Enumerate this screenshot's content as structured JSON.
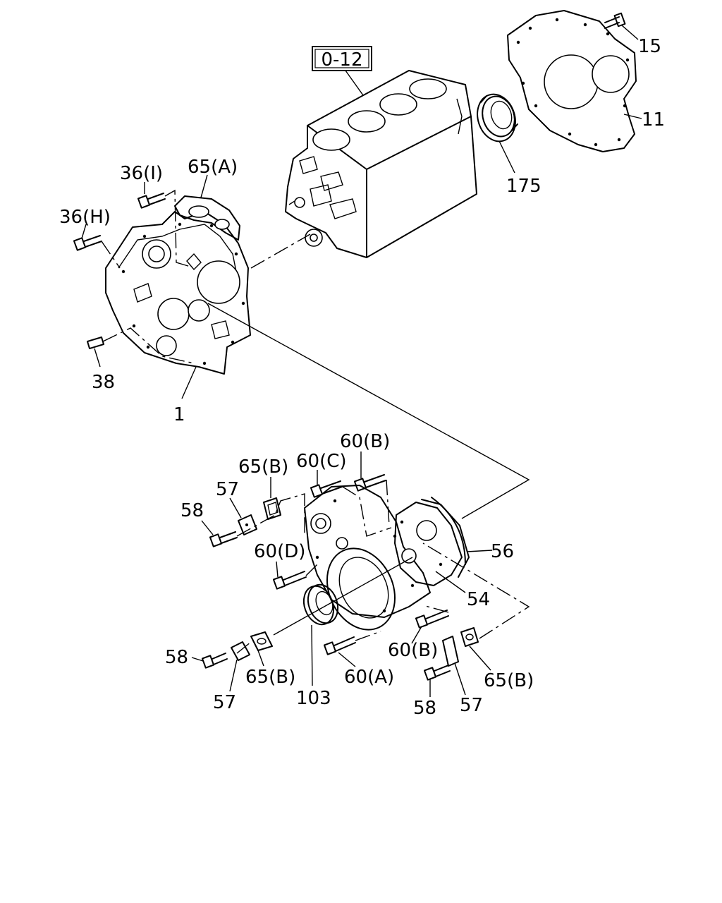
{
  "reference_box": {
    "label": "0-12"
  },
  "callouts": [
    {
      "id": "c15",
      "text": "15"
    },
    {
      "id": "c11",
      "text": "11"
    },
    {
      "id": "c175",
      "text": "175"
    },
    {
      "id": "c36i",
      "text": "36(I)"
    },
    {
      "id": "c65a",
      "text": "65(A)"
    },
    {
      "id": "c36h",
      "text": "36(H)"
    },
    {
      "id": "c38",
      "text": "38"
    },
    {
      "id": "c1",
      "text": "1"
    },
    {
      "id": "c60b_top",
      "text": "60(B)"
    },
    {
      "id": "c65b_top",
      "text": "65(B)"
    },
    {
      "id": "c60c",
      "text": "60(C)"
    },
    {
      "id": "c57_top",
      "text": "57"
    },
    {
      "id": "c58_top",
      "text": "58"
    },
    {
      "id": "c56",
      "text": "56"
    },
    {
      "id": "c60d",
      "text": "60(D)"
    },
    {
      "id": "c54",
      "text": "54"
    },
    {
      "id": "c60b_mid",
      "text": "60(B)"
    },
    {
      "id": "c58_left",
      "text": "58"
    },
    {
      "id": "c65b_left",
      "text": "65(B)"
    },
    {
      "id": "c57_left",
      "text": "57"
    },
    {
      "id": "c103",
      "text": "103"
    },
    {
      "id": "c60a",
      "text": "60(A)"
    },
    {
      "id": "c65b_right",
      "text": "65(B)"
    },
    {
      "id": "c58_bottom",
      "text": "58"
    },
    {
      "id": "c57_right",
      "text": "57"
    }
  ],
  "icons": [
    "engine-block",
    "flywheel-housing-plate",
    "rear-oil-seal",
    "front-plate",
    "gear-case-cover",
    "oil-seal",
    "bolt",
    "dowel-pin",
    "gasket",
    "cover-plate"
  ]
}
